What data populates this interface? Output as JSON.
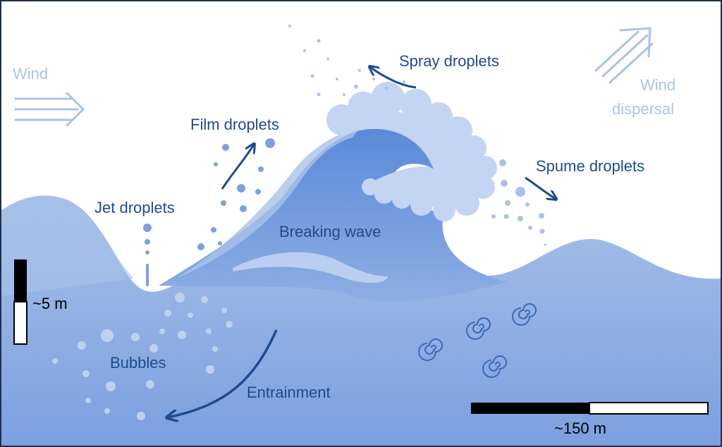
{
  "labels": {
    "wind": "Wind",
    "wind_dispersal_line1": "Wind",
    "wind_dispersal_line2": "dispersal",
    "spray_droplets": "Spray droplets",
    "film_droplets": "Film droplets",
    "spume_droplets": "Spume droplets",
    "jet_droplets": "Jet droplets",
    "breaking_wave": "Breaking wave",
    "bubbles": "Bubbles",
    "entrainment": "Entrainment"
  },
  "scale_bars": {
    "vertical": "~5 m",
    "horizontal": "~150 m"
  },
  "colors": {
    "label_dark": "#1f4a8f",
    "label_light": "#a9c3ea",
    "water_top": "#9fbae6",
    "water_bottom": "#7fa0df",
    "wave_face": "#5f8fda",
    "foam": "#c3d5f2",
    "droplet": "#7fa0df"
  }
}
